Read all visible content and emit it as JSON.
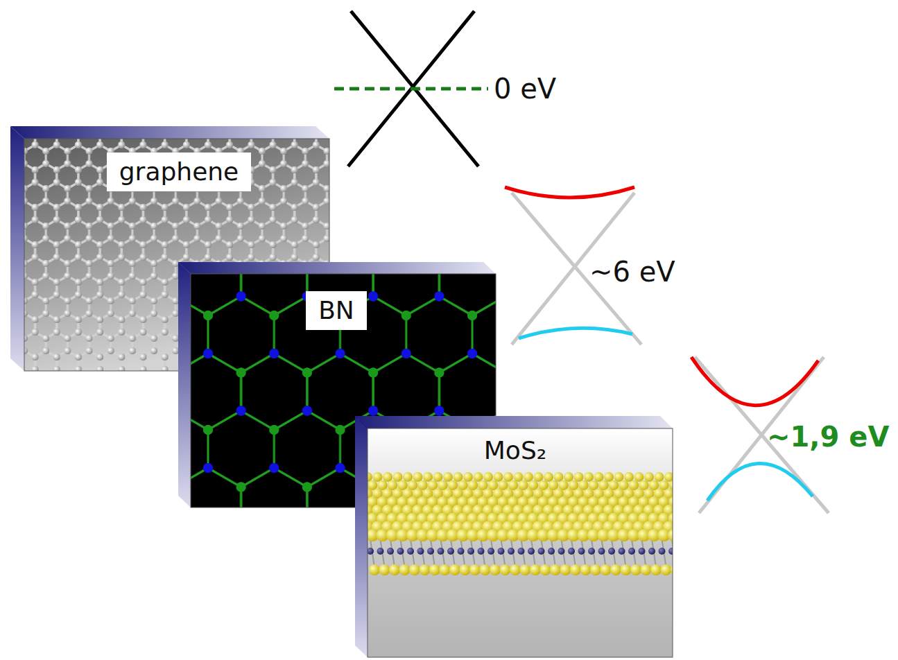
{
  "diagram": {
    "nodes": [
      {
        "text": [
          "graphene"
        ]
      },
      {
        "text": [
          "BN"
        ]
      },
      {
        "text": [
          "MoS₂"
        ]
      }
    ],
    "labels": [
      "0 eV",
      "~6 eV",
      "~1,9 eV"
    ]
  }
}
